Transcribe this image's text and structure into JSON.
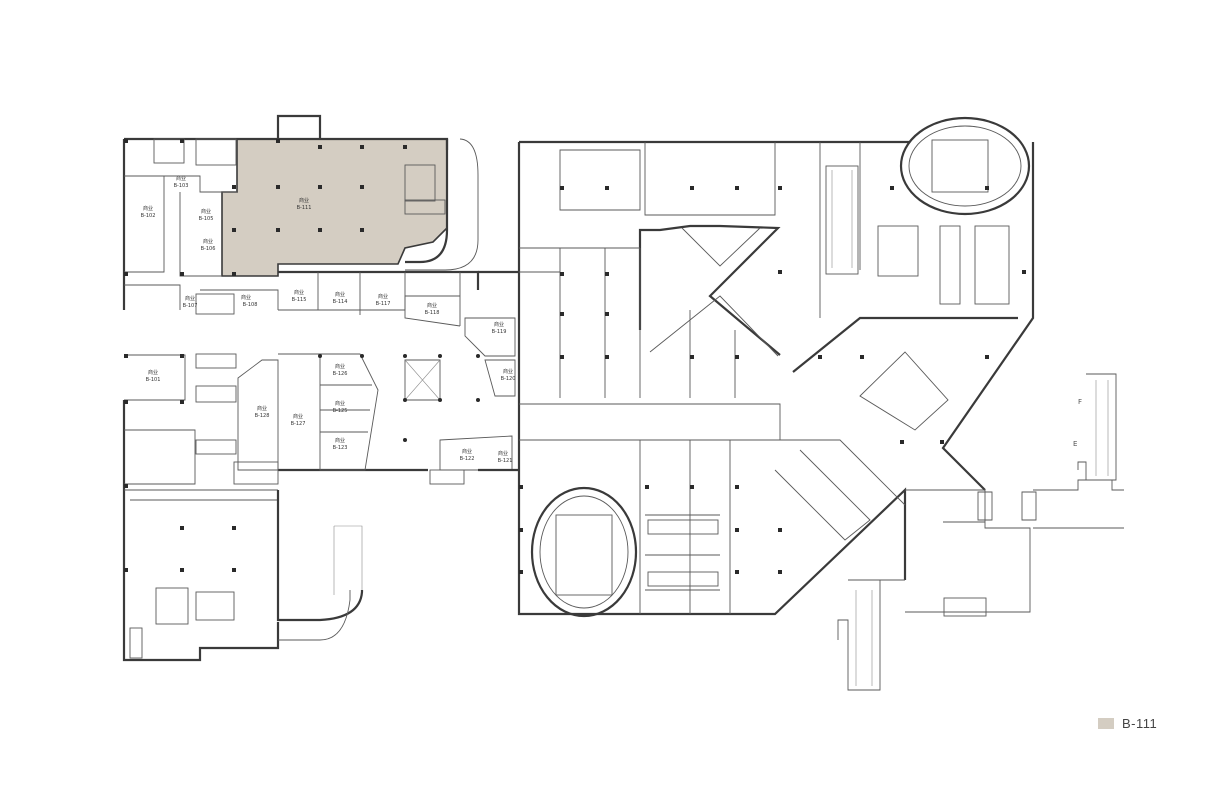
{
  "colors": {
    "highlight": "#d4cdc2",
    "wall": "#3a3a3a",
    "background": "#ffffff"
  },
  "units": [
    {
      "id": "b102",
      "label": "商业",
      "code": "B-102"
    },
    {
      "id": "b103",
      "label": "商业",
      "code": "B-103"
    },
    {
      "id": "b105",
      "label": "商业",
      "code": "B-105"
    },
    {
      "id": "b106",
      "label": "商业",
      "code": "B-106"
    },
    {
      "id": "b111",
      "label": "商业",
      "code": "B-111",
      "highlighted": true
    },
    {
      "id": "b107",
      "label": "商业",
      "code": "B-107"
    },
    {
      "id": "b108",
      "label": "商业",
      "code": "B-108"
    },
    {
      "id": "b115",
      "label": "商业",
      "code": "B-115"
    },
    {
      "id": "b114",
      "label": "商业",
      "code": "B-114"
    },
    {
      "id": "b117",
      "label": "商业",
      "code": "B-117"
    },
    {
      "id": "b118",
      "label": "商业",
      "code": "B-118"
    },
    {
      "id": "b119",
      "label": "商业",
      "code": "B-119"
    },
    {
      "id": "b120",
      "label": "商业",
      "code": "B-120"
    },
    {
      "id": "b101",
      "label": "商业",
      "code": "B-101"
    },
    {
      "id": "b126",
      "label": "商业",
      "code": "B-126"
    },
    {
      "id": "b125",
      "label": "商业",
      "code": "B-125"
    },
    {
      "id": "b128",
      "label": "商业",
      "code": "B-128"
    },
    {
      "id": "b127",
      "label": "商业",
      "code": "B-127"
    },
    {
      "id": "b123",
      "label": "商业",
      "code": "B-123"
    },
    {
      "id": "b122",
      "label": "商业",
      "code": "B-122"
    },
    {
      "id": "b121",
      "label": "商业",
      "code": "B-121"
    }
  ],
  "markers": {
    "e": "E",
    "f": "F"
  },
  "legend": {
    "label": "B-111"
  }
}
